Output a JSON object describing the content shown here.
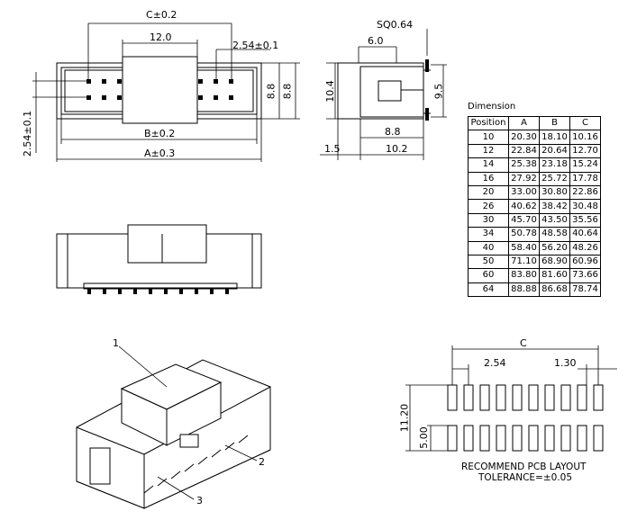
{
  "top_view": {
    "dim_c": "C±0.2",
    "dim_12": "12.0",
    "dim_pitch": "2.54±0.1",
    "dim_88a": "8.8",
    "dim_88b": "8.8",
    "dim_b": "B±0.2",
    "dim_a": "A±0.3",
    "dim_pitch_v": "2.54±0.1"
  },
  "side_view": {
    "dim_sq": "SQ0.64",
    "dim_60": "6.0",
    "dim_104": "10.4",
    "dim_95": "9.5",
    "dim_88": "8.8",
    "dim_15": "1.5",
    "dim_102": "10.2"
  },
  "dimension_table": {
    "title": "Dimension",
    "headers": [
      "Position",
      "A",
      "B",
      "C"
    ],
    "rows": [
      [
        "10",
        "20.30",
        "18.10",
        "10.16"
      ],
      [
        "12",
        "22.84",
        "20.64",
        "12.70"
      ],
      [
        "14",
        "25.38",
        "23.18",
        "15.24"
      ],
      [
        "16",
        "27.92",
        "25.72",
        "17.78"
      ],
      [
        "20",
        "33.00",
        "30.80",
        "22.86"
      ],
      [
        "26",
        "40.62",
        "38.42",
        "30.48"
      ],
      [
        "30",
        "45.70",
        "43.50",
        "35.56"
      ],
      [
        "34",
        "50.78",
        "48.58",
        "40.64"
      ],
      [
        "40",
        "58.40",
        "56.20",
        "48.26"
      ],
      [
        "50",
        "71.10",
        "68.90",
        "60.96"
      ],
      [
        "60",
        "83.80",
        "81.60",
        "73.66"
      ],
      [
        "64",
        "88.88",
        "86.68",
        "78.74"
      ]
    ]
  },
  "iso_view": {
    "callout_1": "1",
    "callout_2": "2",
    "callout_3": "3"
  },
  "pcb_layout": {
    "dim_c": "C",
    "dim_pitch": "2.54",
    "dim_pad": "1.30",
    "dim_1120": "11.20",
    "dim_500": "5.00",
    "caption_1": "RECOMMEND PCB LAYOUT",
    "caption_2": "TOLERANCE=±0.05"
  }
}
